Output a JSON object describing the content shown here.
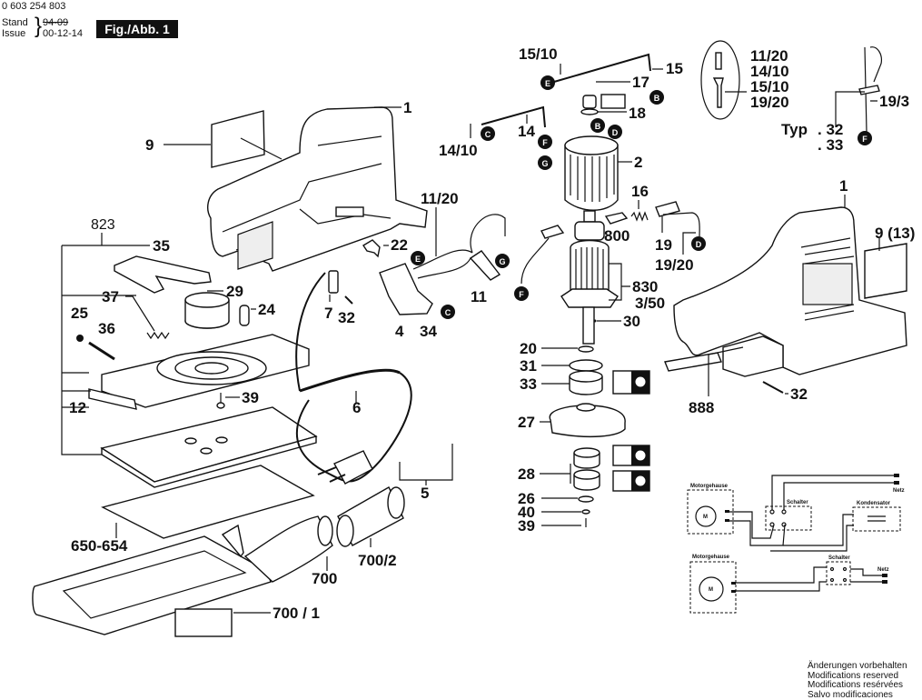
{
  "header": {
    "document_number": "0 603 254 803",
    "stand_label": "Stand",
    "issue_label": "Issue",
    "old_issue_date": "94-09",
    "issue_date": "00-12-14",
    "figure_badge": "Fig./Abb. 1"
  },
  "part_labels": {
    "p1_top": "1",
    "p1_right": "1",
    "p2": "2",
    "p4": "4",
    "p5": "5",
    "p6": "6",
    "p7": "7",
    "p9": "9",
    "p9_13": "9 (13)",
    "p11": "11",
    "p11_20": "11/20",
    "p12": "12",
    "p14": "14",
    "p14_10": "14/10",
    "p15": "15",
    "p15_10": "15/10",
    "p16": "16",
    "p17": "17",
    "p18": "18",
    "p19": "19",
    "p19_20": "19/20",
    "p19_3": "19/3",
    "p20": "20",
    "p22": "22",
    "p24": "24",
    "p25": "25",
    "p26": "26",
    "p27": "27",
    "p28": "28",
    "p29": "29",
    "p30": "30",
    "p31": "31",
    "p32_a": "32",
    "p32_b": "32",
    "p33": "33",
    "p34": "34",
    "p35": "35",
    "p36": "36",
    "p37": "37",
    "p39_a": "39",
    "p39_b": "39",
    "p40": "40",
    "p650": "650-654",
    "p700": "700",
    "p700_1": "700 / 1",
    "p700_2": "700/2",
    "p800": "800",
    "p823": "823",
    "p830": "830",
    "p830_sub": "3/50",
    "p888": "888"
  },
  "inset_wire_codes": [
    "11/20",
    "14/10",
    "15/10",
    "19/20"
  ],
  "type_variant": {
    "label": "Typ",
    "values": [
      ". 32",
      ". 33"
    ]
  },
  "connector_letters": [
    "B",
    "C",
    "D",
    "E",
    "F",
    "G"
  ],
  "wiring": {
    "motor_housing_1": "Motorgehause",
    "motor_housing_2": "Motorgehause",
    "switch_1": "Schalter",
    "switch_2": "Schalter",
    "capacitor": "Kondensator",
    "mains_1": "Netz",
    "mains_2": "Netz",
    "motor_symbol": "M"
  },
  "footer": {
    "lines": [
      "Änderungen vorbehalten",
      "Modifications reserved",
      "Modifications resérvées",
      "Salvo modificaciones"
    ]
  }
}
